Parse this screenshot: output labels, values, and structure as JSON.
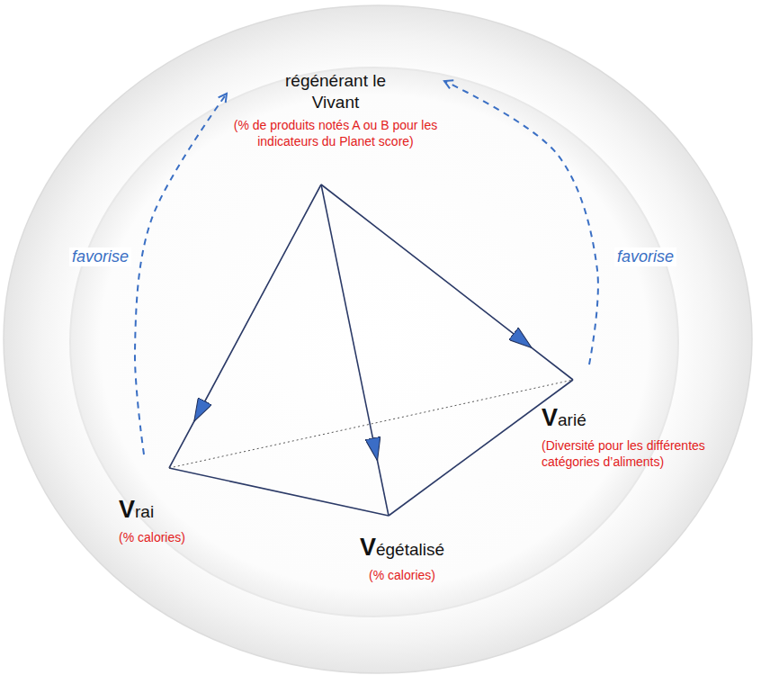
{
  "diagram": {
    "nodes": [
      {
        "text": [
          "régénérant le Vivant",
          "(% de produits notés A ou B pour les indicateurs du Planet score)"
        ]
      },
      {
        "text": [
          "Vrai",
          "(% calories)"
        ]
      },
      {
        "text": [
          "Végétalisé",
          "(% calories)"
        ]
      },
      {
        "text": [
          "Varié",
          "(Diversité pour les différentes catégories d’aliments)"
        ]
      }
    ],
    "edges": [
      {
        "from": 0,
        "to": 1,
        "arrow": "to"
      },
      {
        "from": 0,
        "to": 2,
        "arrow": "to"
      },
      {
        "from": 0,
        "to": 3,
        "arrow": "to"
      },
      {
        "from": 1,
        "to": 2,
        "arrow": "none"
      },
      {
        "from": 2,
        "to": 3,
        "arrow": "none"
      },
      {
        "from": 1,
        "to": 3,
        "arrow": "none"
      },
      {
        "from": 1,
        "to": 0,
        "label": "favorise",
        "arrow": "to"
      },
      {
        "from": 3,
        "to": 0,
        "label": "favorise",
        "arrow": "to"
      }
    ]
  }
}
